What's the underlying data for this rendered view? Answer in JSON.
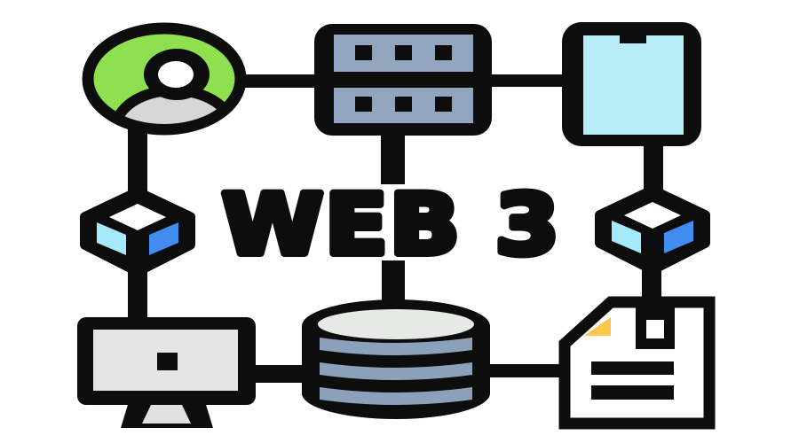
{
  "title": {
    "text": "WEB 3"
  },
  "colors": {
    "outline": "#0d0d0d",
    "background": "#ffffff",
    "avatar-green": "#8ee04f",
    "avatar-gray": "#d7d7d7",
    "server-slate": "#92a5be",
    "tablet-cyan": "#b6edf8",
    "cube-cyan": "#a6e9fb",
    "cube-blue": "#418df0",
    "monitor-gray": "#e4e4e4",
    "monitor-stand-gray": "#e0e0e0",
    "db-slate": "#8ba1bb",
    "db-top-gray": "#e7e9e7",
    "doc-fold-yellow": "#f8c74b"
  },
  "nodes": [
    {
      "id": "user-avatar",
      "icon": "user-avatar-icon",
      "position": "top-left"
    },
    {
      "id": "server",
      "icon": "server-icon",
      "position": "top-center"
    },
    {
      "id": "tablet",
      "icon": "tablet-icon",
      "position": "top-right"
    },
    {
      "id": "cube-left",
      "icon": "cube-icon",
      "position": "middle-left"
    },
    {
      "id": "cube-right",
      "icon": "cube-icon",
      "position": "middle-right"
    },
    {
      "id": "monitor",
      "icon": "monitor-icon",
      "position": "bottom-left"
    },
    {
      "id": "database",
      "icon": "database-icon",
      "position": "bottom-center"
    },
    {
      "id": "document",
      "icon": "document-icon",
      "position": "bottom-right"
    }
  ],
  "connections": [
    {
      "from": "user-avatar",
      "to": "server"
    },
    {
      "from": "server",
      "to": "tablet"
    },
    {
      "from": "user-avatar",
      "to": "cube-left"
    },
    {
      "from": "cube-left",
      "to": "monitor"
    },
    {
      "from": "tablet",
      "to": "cube-right"
    },
    {
      "from": "cube-right",
      "to": "document"
    },
    {
      "from": "server",
      "to": "title"
    },
    {
      "from": "title",
      "to": "database"
    },
    {
      "from": "monitor",
      "to": "database"
    },
    {
      "from": "database",
      "to": "document"
    }
  ]
}
